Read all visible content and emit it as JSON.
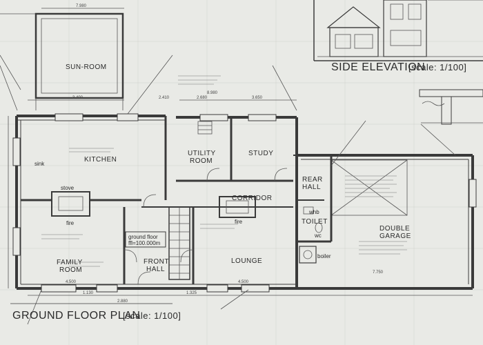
{
  "titles": {
    "ground_floor_plan": "GROUND FLOOR PLAN",
    "ground_floor_scale": "[scale: 1/100]",
    "side_elevation": "SIDE ELEVATION",
    "side_elevation_scale": "[scale: 1/100]"
  },
  "rooms": {
    "sun_room": "SUN-ROOM",
    "kitchen": "KITCHEN",
    "utility_room_1": "UTILITY",
    "utility_room_2": "ROOM",
    "study": "STUDY",
    "rear_hall_1": "REAR",
    "rear_hall_2": "HALL",
    "corridor": "CORRIDOR",
    "toilet": "TOILET",
    "double_garage_1": "DOUBLE",
    "double_garage_2": "GARAGE",
    "family_room_1": "FAMILY",
    "family_room_2": "ROOM",
    "front_hall_1": "FRONT",
    "front_hall_2": "HALL",
    "lounge": "LOUNGE"
  },
  "fixtures": {
    "sink": "sink",
    "stove": "stove",
    "fire_family": "fire",
    "fire_lounge": "fire",
    "boiler": "boiler",
    "whb": "whb",
    "wc": "wc"
  },
  "annotations": {
    "ground_floor_level_1": "ground floor",
    "ground_floor_level_2": "ffl=100.000m"
  },
  "dimensions": {
    "d1": "7.980",
    "d2": "3.400",
    "d3": "2.410",
    "d4": "2.680",
    "d5": "8.980",
    "d6": "3.650",
    "d7": "4.500",
    "d8": "4.500",
    "d9": "7.750",
    "d10": "2.880",
    "d11": "1.130",
    "d12": "1.325"
  }
}
